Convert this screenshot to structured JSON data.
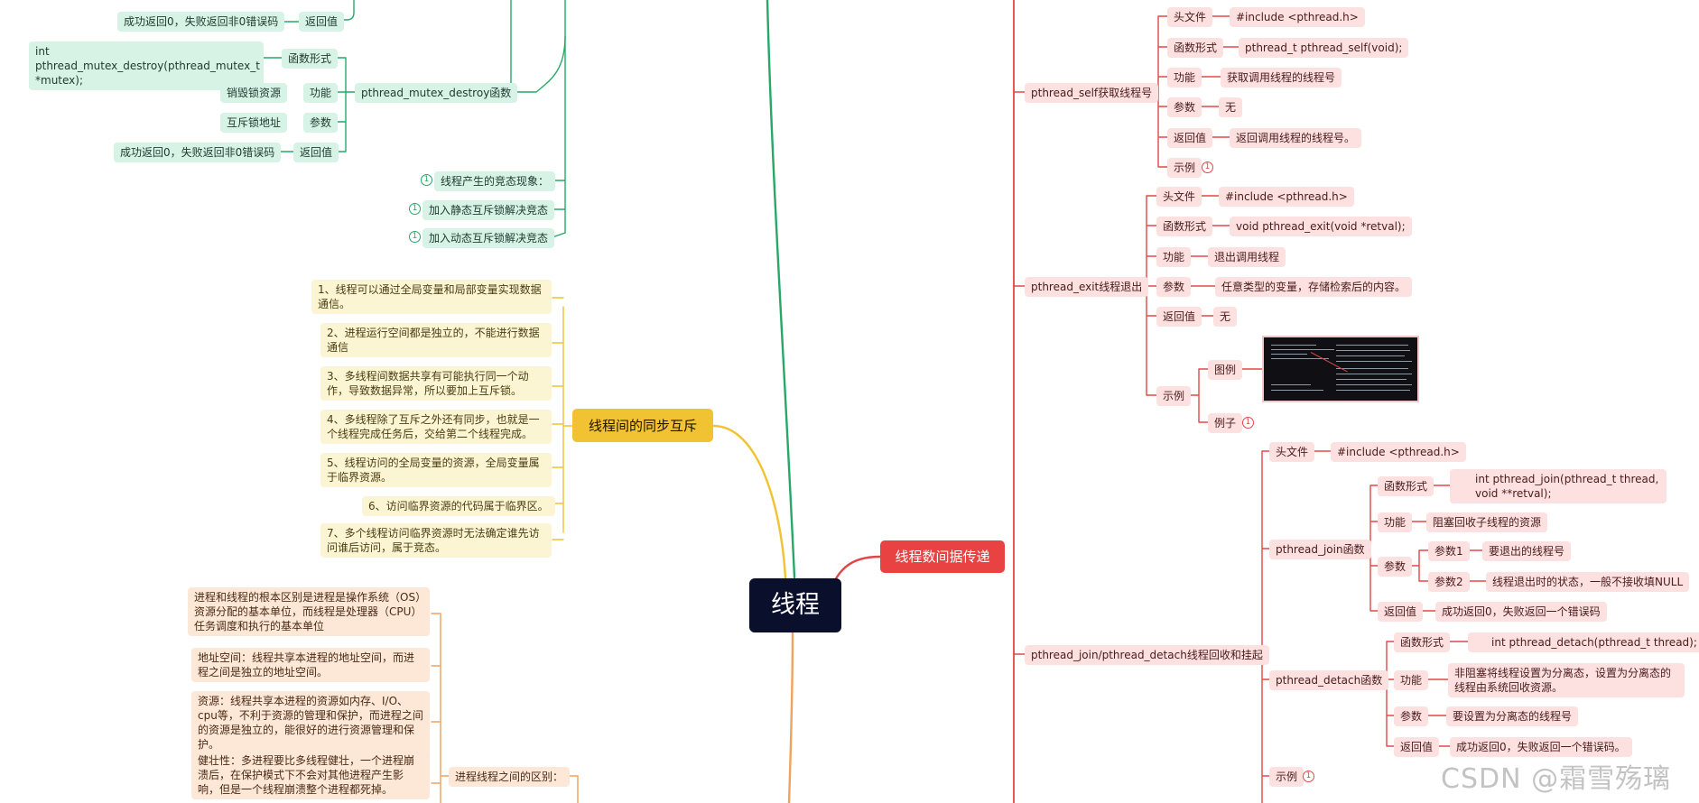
{
  "root": "线程",
  "branches": {
    "sync": "线程间的同步互斥",
    "data": "线程数间据传递"
  },
  "mutex": {
    "ret_top": "成功返回0，失败返回非0错误码",
    "ret_top_label": "返回值",
    "destroy_fn": "pthread_mutex_destroy函数",
    "labels": {
      "form": "函数形式",
      "func": "功能",
      "param": "参数",
      "ret": "返回值"
    },
    "form": "int　 pthread_mutex_destroy(pthread_mutex_t *mutex);",
    "func": "销毁锁资源",
    "param": "互斥锁地址",
    "ret": "成功返回0，失败返回非0错误码"
  },
  "race": [
    {
      "text": "线程产生的竞态现象：",
      "badge": "1"
    },
    {
      "text": "加入静态互斥锁解决竞态",
      "badge": "1"
    },
    {
      "text": "加入动态互斥锁解决竞态",
      "badge": "1"
    }
  ],
  "sync_notes": [
    "1、线程可以通过全局变量和局部变量实现数据通信。",
    "2、进程运行空间都是独立的，不能进行数据通信",
    "3、多线程间数据共享有可能执行同一个动作，导致数据异常，所以要加上互斥锁。",
    "4、多线程除了互斥之外还有同步，也就是一个线程完成任务后，交给第二个线程完成。",
    "5、线程访问的全局变量的资源，全局变量属于临界资源。",
    "6、访问临界资源的代码属于临界区。",
    "7、多个线程访问临界资源时无法确定谁先访问谁后访问，属于竞态。"
  ],
  "diff": {
    "label": "进程线程之间的区别：",
    "items": [
      "进程和线程的根本区别是进程是操作系统（OS）资源分配的基本单位，而线程是处理器（CPU）任务调度和执行的基本单位",
      "地址空间：线程共享本进程的地址空间，而进程之间是独立的地址空间。",
      "资源：线程共享本进程的资源如内存、I/O、cpu等，不利于资源的管理和保护，而进程之间的资源是独立的，能很好的进行资源管理和保护。",
      "健壮性：多进程要比多线程健壮，一个进程崩溃后，在保护模式下不会对其他进程产生影响，但是一个线程崩溃整个进程都死掉。"
    ]
  },
  "self": {
    "title": "pthread_self获取线程号",
    "labels": {
      "header": "头文件",
      "form": "函数形式",
      "func": "功能",
      "param": "参数",
      "ret": "返回值",
      "example": "示例"
    },
    "header": "#include <pthread.h>",
    "form": "pthread_t pthread_self(void);",
    "func": "获取调用线程的线程号",
    "param": "无",
    "ret": "返回调用线程的线程号。",
    "badge": "1"
  },
  "exit": {
    "title": "pthread_exit线程退出",
    "labels": {
      "header": "头文件",
      "form": "函数形式",
      "func": "功能",
      "param": "参数",
      "ret": "返回值",
      "example": "示例",
      "image": "图例",
      "sample": "例子"
    },
    "header": "#include <pthread.h>",
    "form": "void pthread_exit(void *retval);",
    "func": "退出调用线程",
    "param": "任意类型的变量，存储检索后的内容。",
    "ret": "无",
    "badge": "1"
  },
  "join": {
    "title": "pthread_join/pthread_detach线程回收和挂起",
    "header_label": "头文件",
    "header": "#include <pthread.h>",
    "join_fn": "pthread_join函数",
    "labels": {
      "form": "函数形式",
      "func": "功能",
      "param": "参数",
      "ret": "返回值",
      "p1": "参数1",
      "p2": "参数2"
    },
    "join_form": "int pthread_join(pthread_t thread, void **retval);",
    "join_func": "阻塞回收子线程的资源",
    "join_p1": "要退出的线程号",
    "join_p2": "线程退出时的状态，一般不接收填NULL",
    "join_ret": "成功返回0，失败返回一个错误码",
    "detach_fn": "pthread_detach函数",
    "detach_form": "int pthread_detach(pthread_t thread);",
    "detach_func": "非阻塞将线程设置为分离态，设置为分离态的线程由系统回收资源。",
    "detach_param": "要设置为分离态的线程号",
    "detach_ret": "成功返回0，失败返回一个错误码。",
    "example_label": "示例",
    "badge": "1"
  },
  "watermark": "CSDN @霜雪殇璃",
  "colors": {
    "green": "#27a866",
    "yellow": "#f1c232",
    "orange": "#f0a35e",
    "red": "#e04848",
    "root": "#0a0f2c"
  }
}
